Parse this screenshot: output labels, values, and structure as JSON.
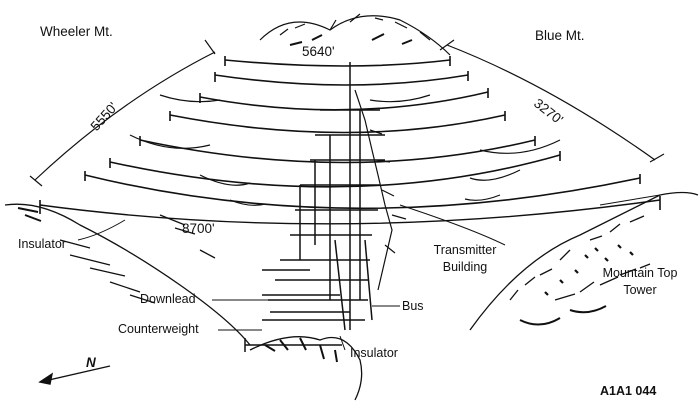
{
  "title": "Antenna span diagram between Wheeler Mt. and Blue Mt.",
  "peaks": {
    "left": "Wheeler Mt.",
    "right": "Blue Mt."
  },
  "spans": {
    "top": "5640'",
    "left": "5550'",
    "right": "3270'",
    "main": "8700'"
  },
  "callouts": {
    "insulator_left": "Insulator",
    "transmitter_building": "Transmitter\nBuilding",
    "mountain_top_tower": "Mountain Top\nTower",
    "downlead": "Downlead",
    "bus": "Bus",
    "counterweight": "Counterweight",
    "insulator_bottom": "Insulator"
  },
  "figure_id": "A1A1 044",
  "north_label": "N",
  "colors": {
    "ink": "#111111",
    "paper": "#ffffff"
  }
}
